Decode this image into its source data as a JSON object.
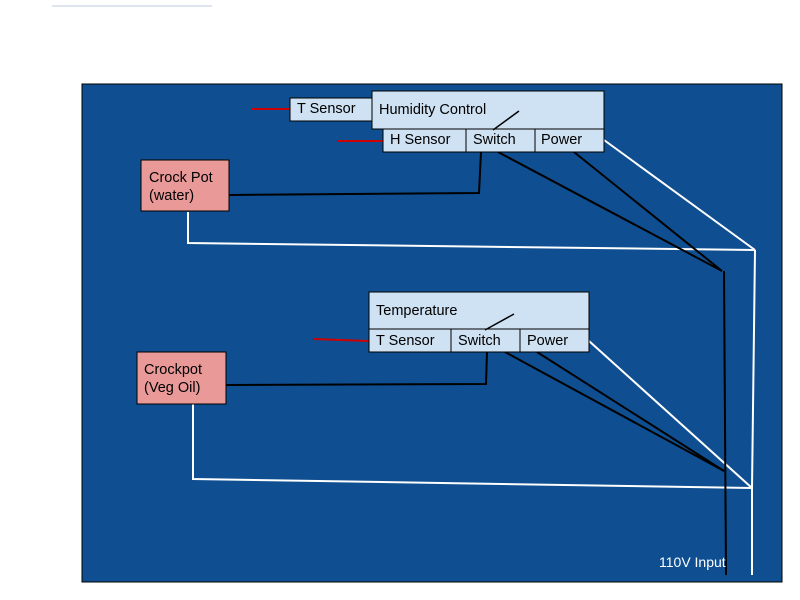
{
  "colors": {
    "panel": "#0f4f91",
    "control_box": "#cfe2f3",
    "crockpot": "#ea9999",
    "wire_black": "#000000",
    "wire_white": "#ffffff",
    "sensor_lead": "#cc0000"
  },
  "humidity_unit": {
    "t_sensor": "T Sensor",
    "title": "Humidity Control",
    "h_sensor": "H Sensor",
    "switch": "Switch",
    "power": "Power"
  },
  "temperature_unit": {
    "title": "Temperature",
    "t_sensor": "T Sensor",
    "switch": "Switch",
    "power": "Power"
  },
  "crock_pot_water": {
    "line1": "Crock Pot",
    "line2": "(water)"
  },
  "crockpot_veg_oil": {
    "line1": "Crockpot",
    "line2": "(Veg Oil)"
  },
  "input_label": "110V Input"
}
